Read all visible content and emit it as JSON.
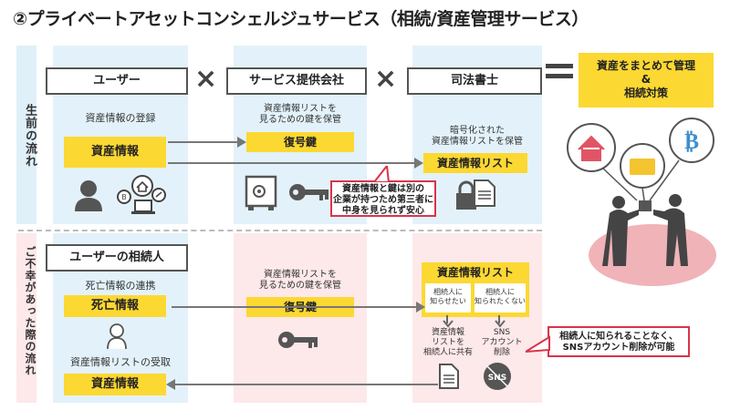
{
  "title": "②プライベートアセットコンシェルジュサービス（相続/資産管理サービス）",
  "side_labels": {
    "top": "生前の流れ",
    "bottom": "ご不幸があった際の流れ"
  },
  "headers": {
    "user": "ユーザー",
    "provider": "サービス提供会社",
    "scrivener": "司法書士",
    "heir": "ユーザーの相続人"
  },
  "symbols": {
    "cross": "×",
    "equals": "="
  },
  "result": {
    "line1": "資産をまとめて管理",
    "line2": "&",
    "line3": "相続対策"
  },
  "top": {
    "user_caption": "資産情報の登録",
    "user_box": "資産情報",
    "provider_caption": [
      "資産情報リストを",
      "見るための鍵を保管"
    ],
    "provider_box": "復号鍵",
    "scrivener_caption": [
      "暗号化された",
      "資産情報リストを保管"
    ],
    "scrivener_box": "資産情報リスト",
    "callout": [
      "資産情報と鍵は別の",
      "企業が持つため第三者に",
      "中身を見られず安心"
    ]
  },
  "bottom": {
    "death_caption": "死亡情報の連携",
    "death_box": "死亡情報",
    "receive_caption": "資産情報リストの受取",
    "receive_box": "資産情報",
    "provider_caption": [
      "資産情報リストを",
      "見るための鍵を保管"
    ],
    "provider_box": "復号鍵",
    "scrivener_box": "資産情報リスト",
    "opt_a": [
      "相続人に",
      "知らせたい"
    ],
    "opt_b": [
      "相続人に",
      "知られたくない"
    ],
    "share_text": [
      "資産情報",
      "リストを",
      "相続人に共有"
    ],
    "delete_text": [
      "SNS",
      "アカウント",
      "削除"
    ],
    "sns_label": "SNS",
    "callout": [
      "相続人に知られることなく、",
      "SNSアカウント削除が可能"
    ]
  },
  "colors": {
    "yellow": "#fcd832",
    "blue_bg": "#e3f2fa",
    "pink_bg": "#fde8ea",
    "red": "#d9344a"
  }
}
